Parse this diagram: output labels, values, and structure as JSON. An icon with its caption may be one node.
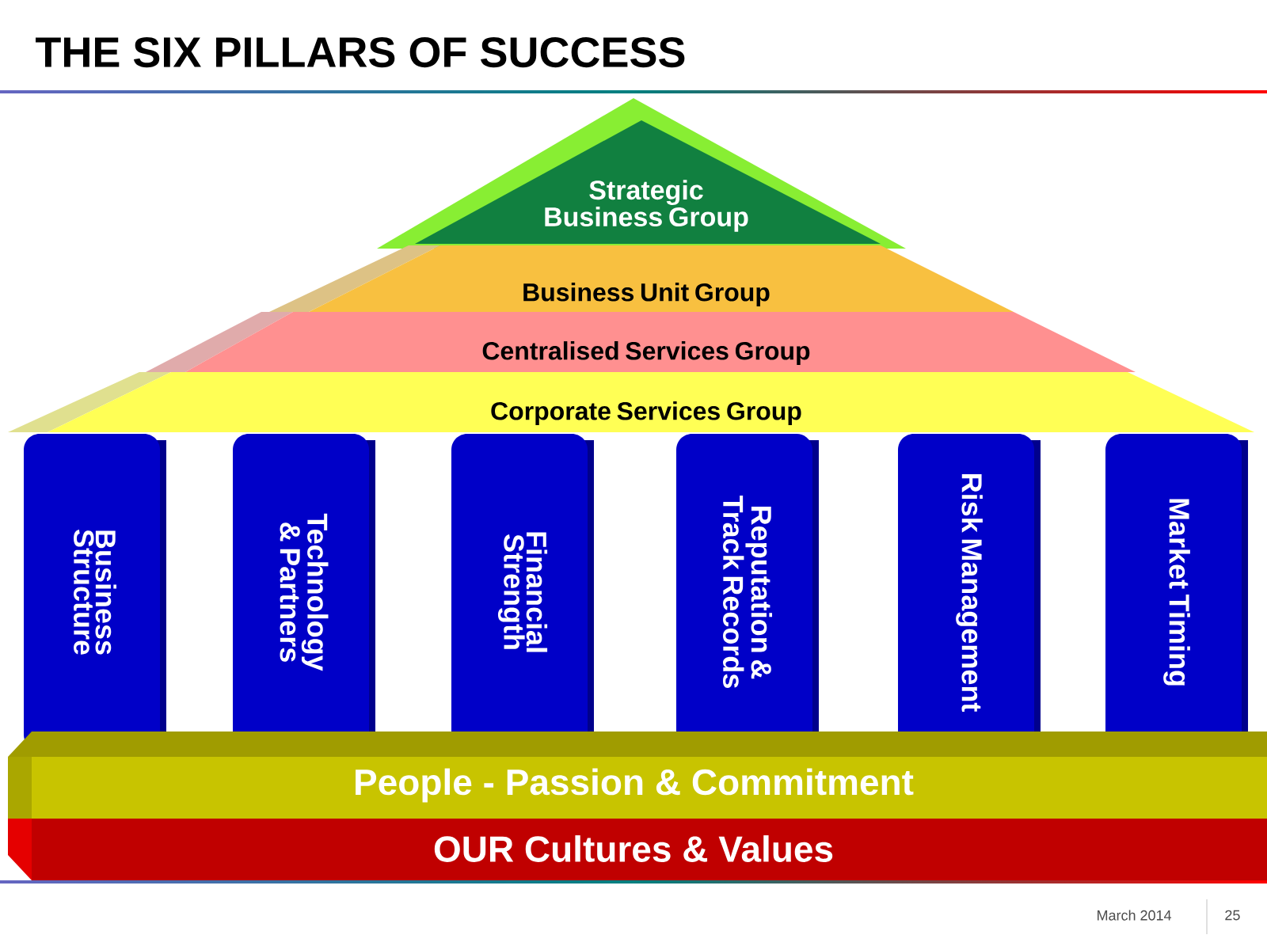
{
  "diagram": {
    "title": "THE SIX PILLARS OF SUCCESS",
    "nodes": [
      {
        "text": [
          "Strategic Business Group"
        ]
      },
      {
        "text": [
          "Business Unit Group"
        ]
      },
      {
        "text": [
          "Centralised Services Group"
        ]
      },
      {
        "text": [
          "Corporate Services Group"
        ]
      },
      {
        "text": [
          "Business Structure"
        ]
      },
      {
        "text": [
          "Technology & Partners"
        ]
      },
      {
        "text": [
          "Financial Strength"
        ]
      },
      {
        "text": [
          "Reputation & Track Records"
        ]
      },
      {
        "text": [
          "Risk Management"
        ]
      },
      {
        "text": [
          "Market Timing"
        ]
      },
      {
        "text": [
          "People - Passion & Commitment"
        ]
      },
      {
        "text": [
          "OUR Cultures & Values"
        ]
      }
    ],
    "labels": [
      "March 2014",
      "25"
    ]
  }
}
